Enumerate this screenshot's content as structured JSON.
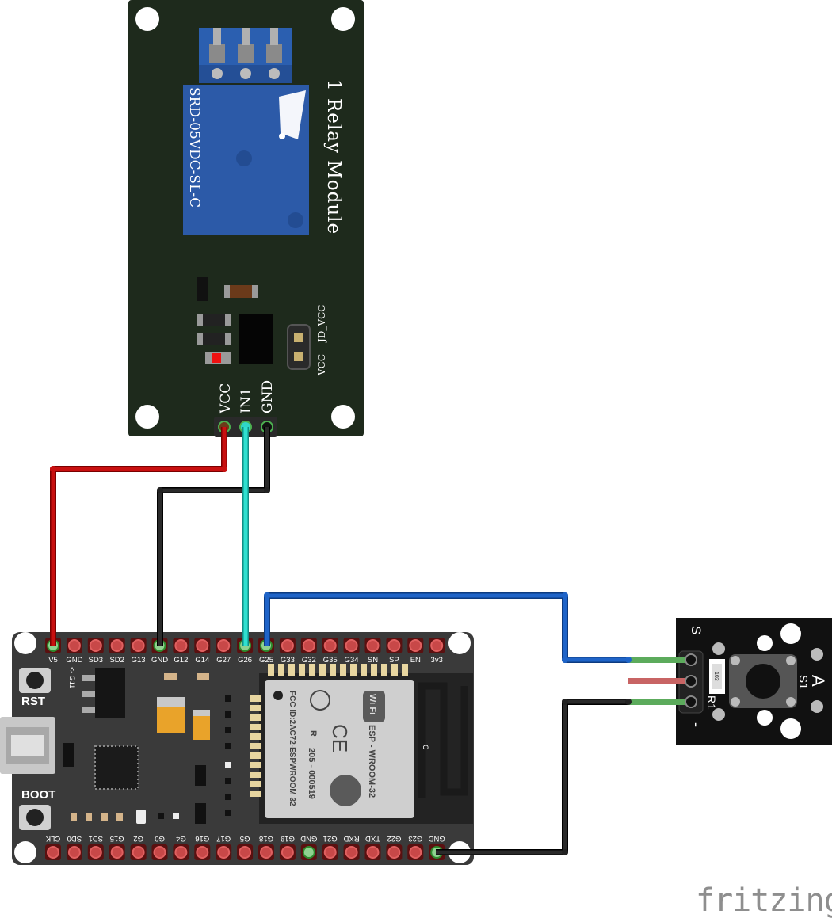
{
  "relay_module": {
    "title": "1 Relay Module",
    "relay_part": "SRD-05VDC-SL-C",
    "jumper_labels": [
      "JD_VCC",
      "VCC"
    ],
    "pins": [
      "VCC",
      "IN1",
      "GND"
    ]
  },
  "esp32": {
    "top_pins": [
      "V5",
      "GND",
      "SD3",
      "SD2",
      "G13",
      "GND",
      "G12",
      "G14",
      "G27",
      "G26",
      "G25",
      "G33",
      "G32",
      "G35",
      "G34",
      "SN",
      "SP",
      "EN",
      "3v3"
    ],
    "bottom_pins": [
      "CLK",
      "SD0",
      "SD1",
      "G15",
      "G2",
      "G0",
      "G4",
      "G16",
      "G17",
      "G5",
      "G18",
      "G19",
      "GND",
      "G21",
      "RXD",
      "TXD",
      "G22",
      "G23",
      "GND"
    ],
    "buttons": [
      "RST",
      "BOOT"
    ],
    "side_label": "<- G11",
    "module_texts": [
      "ESP - WROOM-32",
      "FCC ID:2AC72-ESPWROOM 32",
      "205 - 000519",
      "R",
      "CE",
      "Wi Fi"
    ],
    "antenna_label": "C"
  },
  "button_module": {
    "label_s": "S",
    "label_minus": "-",
    "label_a": "A",
    "label_s1": "S1",
    "label_r1": "R1",
    "resistor_code": "103"
  },
  "brand": "fritzing",
  "colors": {
    "wire_red": "#c81010",
    "wire_black": "#1a1a1a",
    "wire_cyan": "#2fd6c8",
    "wire_blue": "#1f64c8",
    "wire_green": "#5cab5c",
    "pcb_relay": "#1e2a1c",
    "pcb_esp": "#3a3a3a",
    "relay_blue": "#2c5aa8"
  }
}
